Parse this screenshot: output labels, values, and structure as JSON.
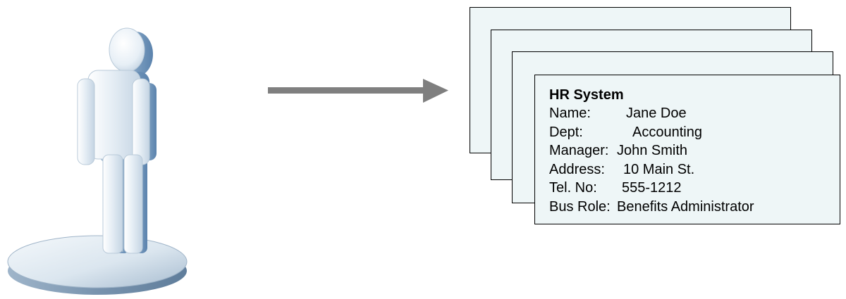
{
  "person": {
    "icon": "person-on-pedestal-icon",
    "colors": {
      "body_light": "#e9f1f7",
      "body_dark": "#6e97bf",
      "pedestal_light": "#f2f7fb",
      "pedestal_dark": "#8fa9c4"
    }
  },
  "connector": {
    "icon": "arrow-right-icon",
    "color": "#7f7f7f"
  },
  "hr_card": {
    "title": "HR System",
    "fill_color": "#eef6f7",
    "fields": [
      {
        "label": "Name:",
        "value": "Jane Doe"
      },
      {
        "label": "Dept:",
        "value": "Accounting"
      },
      {
        "label": "Manager:",
        "value": "John Smith"
      },
      {
        "label": "Address:",
        "value": "10 Main St."
      },
      {
        "label": "Tel. No:",
        "value": "555-1212"
      },
      {
        "label": "Bus Role:",
        "value": "Benefits Administrator"
      }
    ]
  }
}
